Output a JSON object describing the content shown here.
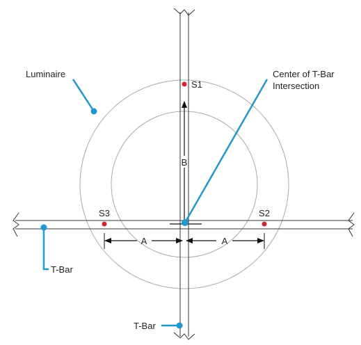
{
  "labels": {
    "luminaire": "Luminaire",
    "center": "Center of T-Bar",
    "center_line2": "Intersection",
    "tbar_horizontal": "T-Bar",
    "tbar_vertical": "T-Bar",
    "s1": "S1",
    "s2": "S2",
    "s3": "S3",
    "dim_a_left": "A",
    "dim_a_right": "A",
    "dim_b": "B"
  },
  "colors": {
    "callout": "#1f97cf",
    "sensor": "#d0262b",
    "circle": "#aaaaaa",
    "bar": "#333333",
    "text": "#222222"
  }
}
